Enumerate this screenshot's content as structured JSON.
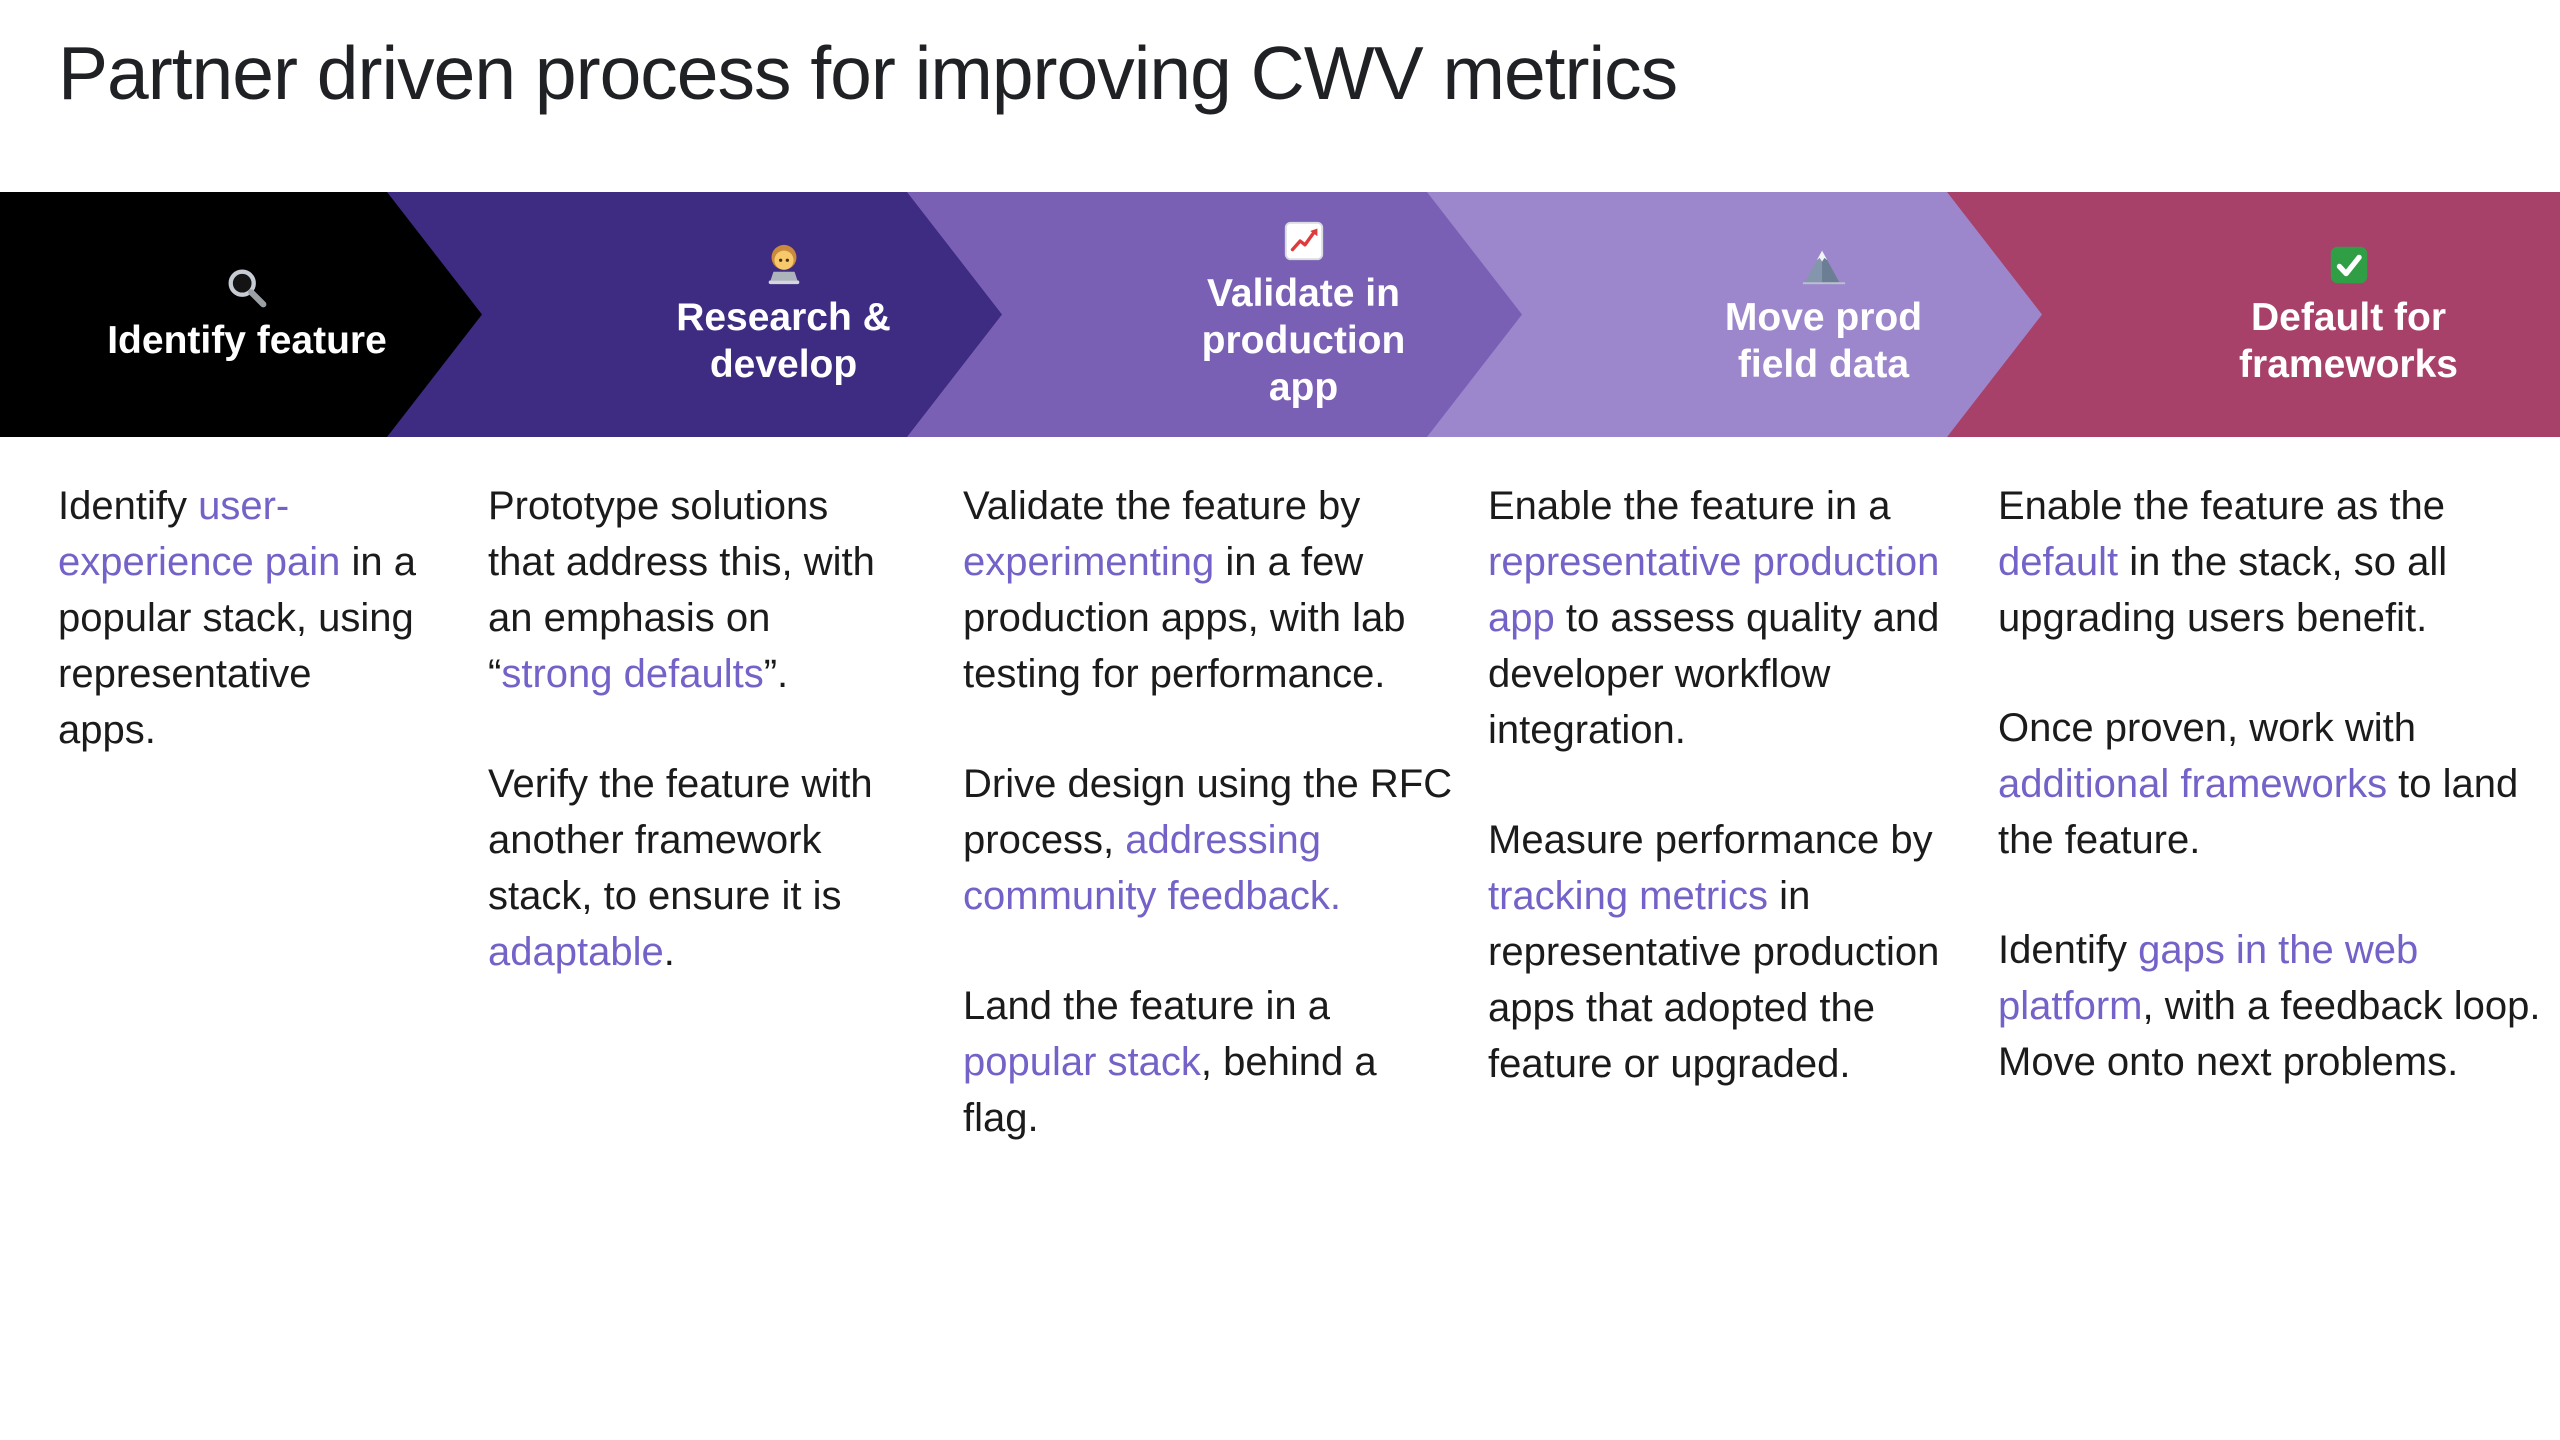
{
  "title": "Partner driven process for improving CWV metrics",
  "colors": {
    "title_text": "#202124",
    "body_text": "#1b1b1b",
    "chevron_text": "#ffffff",
    "link": "#7562c8"
  },
  "steps": [
    {
      "label": "Identify feature",
      "icon": "magnifier-icon",
      "emoji": "🔍",
      "color": "#000000",
      "paragraphs": [
        [
          {
            "t": "Identify "
          },
          {
            "t": "user-experience pain",
            "hl": true
          },
          {
            "t": " in a popular stack, using representative apps."
          }
        ]
      ]
    },
    {
      "label": "Research & develop",
      "icon": "woman-technologist-icon",
      "emoji": "👩‍💻",
      "color": "#3e2b82",
      "paragraphs": [
        [
          {
            "t": "Prototype solutions that address this, with an emphasis on “"
          },
          {
            "t": "strong defaults",
            "hl": true
          },
          {
            "t": "”."
          }
        ],
        [
          {
            "t": "Verify the feature with another framework stack, to ensure it is "
          },
          {
            "t": "adaptable",
            "hl": true
          },
          {
            "t": "."
          }
        ]
      ]
    },
    {
      "label": "Validate in production app",
      "icon": "chart-increasing-icon",
      "emoji": "📈",
      "color": "#7a60b5",
      "paragraphs": [
        [
          {
            "t": "Validate the feature by "
          },
          {
            "t": "experimenting",
            "hl": true
          },
          {
            "t": " in a few production apps, with lab testing for performance."
          }
        ],
        [
          {
            "t": "Drive design using the RFC process, "
          },
          {
            "t": "addressing community feedback.",
            "hl": true
          }
        ],
        [
          {
            "t": "Land the feature in a "
          },
          {
            "t": "popular stack",
            "hl": true
          },
          {
            "t": ", behind a flag."
          }
        ]
      ]
    },
    {
      "label": "Move prod field data",
      "icon": "mountain-icon",
      "emoji": "🏔️",
      "color": "#9d87cc",
      "paragraphs": [
        [
          {
            "t": "Enable the feature in a "
          },
          {
            "t": "representative production app",
            "hl": true
          },
          {
            "t": " to assess quality and developer workflow integration."
          }
        ],
        [
          {
            "t": "Measure performance by "
          },
          {
            "t": "tracking metrics",
            "hl": true
          },
          {
            "t": " in representative production apps that adopted the feature or upgraded."
          }
        ]
      ]
    },
    {
      "label": "Default for frameworks",
      "icon": "check-mark-icon",
      "emoji": "✅",
      "color": "#a84169",
      "paragraphs": [
        [
          {
            "t": "Enable the feature as the "
          },
          {
            "t": "default",
            "hl": true
          },
          {
            "t": " in the stack, so all upgrading users benefit."
          }
        ],
        [
          {
            "t": "Once proven, work with "
          },
          {
            "t": "additional frameworks",
            "hl": true
          },
          {
            "t": " to land the feature."
          }
        ],
        [
          {
            "t": "Identify "
          },
          {
            "t": "gaps in the web platform",
            "hl": true
          },
          {
            "t": ", with a feedback loop. Move onto next problems."
          }
        ]
      ]
    }
  ]
}
